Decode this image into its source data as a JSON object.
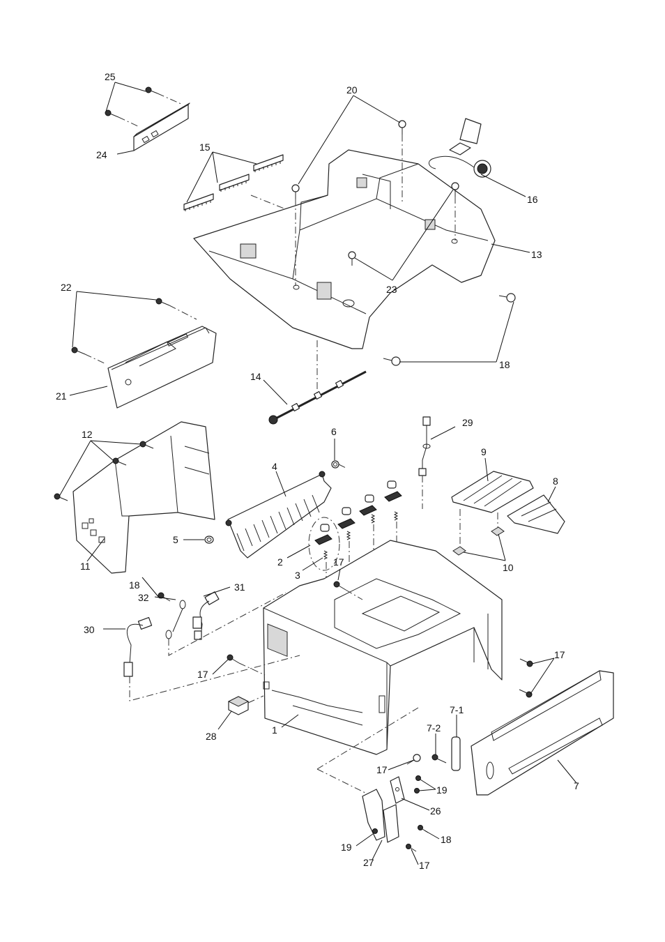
{
  "callouts": {
    "c1": "1",
    "c2": "2",
    "c3": "3",
    "c4": "4",
    "c5": "5",
    "c6": "6",
    "c7": "7",
    "c7_1": "7-1",
    "c7_2": "7-2",
    "c8": "8",
    "c9": "9",
    "c10": "10",
    "c11": "11",
    "c12": "12",
    "c13": "13",
    "c14": "14",
    "c15": "15",
    "c16": "16",
    "c17a": "17",
    "c17b": "17",
    "c17c": "17",
    "c17d": "17",
    "c17e": "17",
    "c18a": "18",
    "c18b": "18",
    "c18c": "18",
    "c19a": "19",
    "c19b": "19",
    "c20": "20",
    "c21": "21",
    "c22": "22",
    "c23": "23",
    "c24": "24",
    "c25": "25",
    "c26": "26",
    "c27": "27",
    "c28": "28",
    "c29": "29",
    "c30": "30",
    "c31": "31",
    "c32": "32"
  }
}
